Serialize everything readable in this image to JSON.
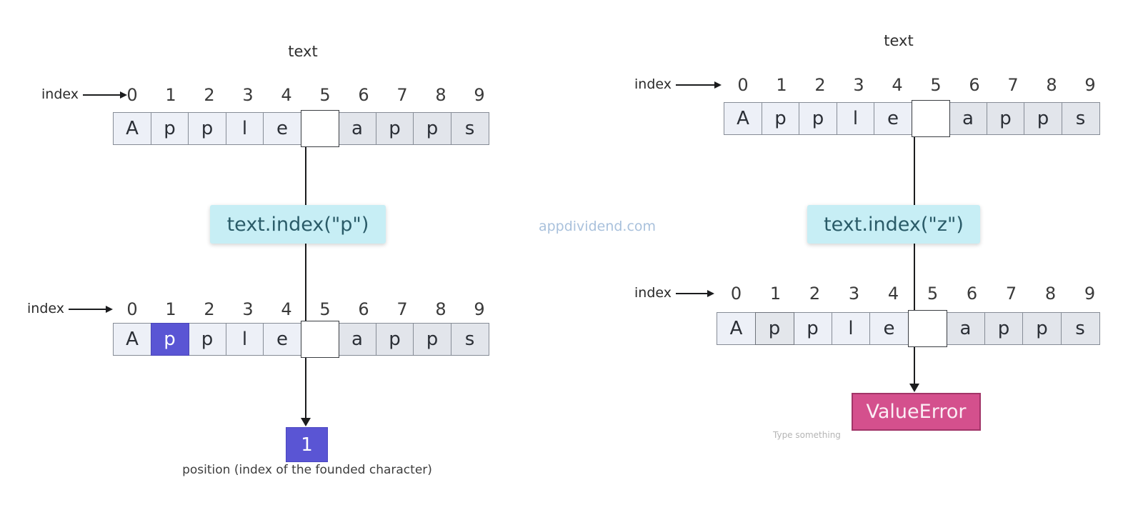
{
  "watermark": {
    "text": "appdividend.com"
  },
  "placeholder": {
    "text": "Type something"
  },
  "colors": {
    "cell_head_bg": "#edf0f7",
    "cell_tail_bg": "#e2e5eb",
    "cell_border": "#868c96",
    "space_cell_bg": "#ffffff",
    "space_cell_border": "#3a3d42",
    "found_highlight": "#5a55d4",
    "code_box_bg": "#c7eef5",
    "code_text": "#2a5b68",
    "error_box_bg": "#d4508d",
    "error_box_border": "#a23568",
    "connector": "#1b1c1e",
    "watermark_color": "#a9c1dc"
  },
  "left_diagram": {
    "title": "text",
    "top_array": {
      "index_label": "index",
      "indices": [
        "0",
        "1",
        "2",
        "3",
        "4",
        "5",
        "6",
        "7",
        "8",
        "9"
      ],
      "cells": [
        {
          "char": "A",
          "style": "head"
        },
        {
          "char": "p",
          "style": "head"
        },
        {
          "char": "p",
          "style": "head"
        },
        {
          "char": "l",
          "style": "head"
        },
        {
          "char": "e",
          "style": "head"
        },
        {
          "char": "",
          "style": "space"
        },
        {
          "char": "a",
          "style": "tail"
        },
        {
          "char": "p",
          "style": "tail"
        },
        {
          "char": "p",
          "style": "tail"
        },
        {
          "char": "s",
          "style": "tail"
        }
      ]
    },
    "code": "text.index(\"p\")",
    "bottom_array": {
      "index_label": "index",
      "indices": [
        "0",
        "1",
        "2",
        "3",
        "4",
        "5",
        "6",
        "7",
        "8",
        "9"
      ],
      "cells": [
        {
          "char": "A",
          "style": "head"
        },
        {
          "char": "p",
          "style": "found"
        },
        {
          "char": "p",
          "style": "head"
        },
        {
          "char": "l",
          "style": "head"
        },
        {
          "char": "e",
          "style": "head"
        },
        {
          "char": "",
          "style": "space"
        },
        {
          "char": "a",
          "style": "tail"
        },
        {
          "char": "p",
          "style": "tail"
        },
        {
          "char": "p",
          "style": "tail"
        },
        {
          "char": "s",
          "style": "tail"
        }
      ]
    },
    "result": "1",
    "caption": "position (index of the founded character)"
  },
  "right_diagram": {
    "title": "text",
    "top_array": {
      "index_label": "index",
      "indices": [
        "0",
        "1",
        "2",
        "3",
        "4",
        "5",
        "6",
        "7",
        "8",
        "9"
      ],
      "cells": [
        {
          "char": "A",
          "style": "head"
        },
        {
          "char": "p",
          "style": "head"
        },
        {
          "char": "p",
          "style": "head"
        },
        {
          "char": "l",
          "style": "head"
        },
        {
          "char": "e",
          "style": "head"
        },
        {
          "char": "",
          "style": "space"
        },
        {
          "char": "a",
          "style": "tail"
        },
        {
          "char": "p",
          "style": "tail"
        },
        {
          "char": "p",
          "style": "tail"
        },
        {
          "char": "s",
          "style": "tail"
        }
      ]
    },
    "code": "text.index(\"z\")",
    "bottom_array": {
      "index_label": "index",
      "indices": [
        "0",
        "1",
        "2",
        "3",
        "4",
        "5",
        "6",
        "7",
        "8",
        "9"
      ],
      "cells": [
        {
          "char": "A",
          "style": "head"
        },
        {
          "char": "p",
          "style": "selected"
        },
        {
          "char": "p",
          "style": "head"
        },
        {
          "char": "l",
          "style": "head"
        },
        {
          "char": "e",
          "style": "head"
        },
        {
          "char": "",
          "style": "space"
        },
        {
          "char": "a",
          "style": "tail"
        },
        {
          "char": "p",
          "style": "tail"
        },
        {
          "char": "p",
          "style": "tail"
        },
        {
          "char": "s",
          "style": "tail"
        }
      ]
    },
    "result": "ValueError"
  }
}
